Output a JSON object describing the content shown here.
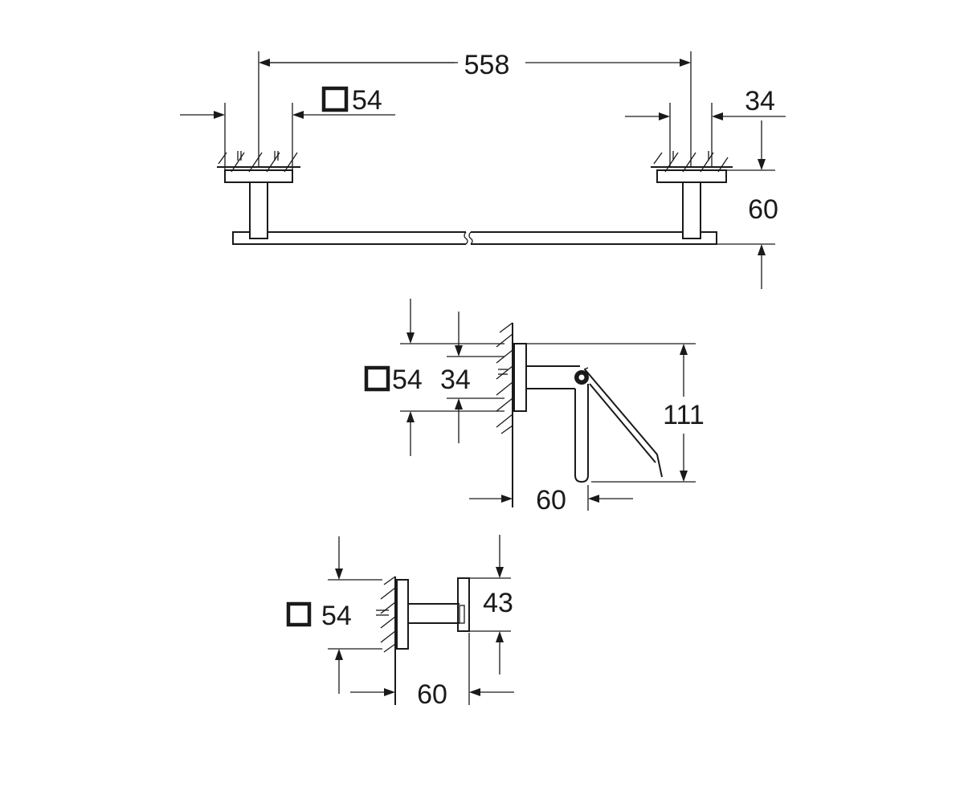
{
  "drawing": {
    "towel_bar": {
      "overall_width": "558",
      "rosette_square": "54",
      "rosette_depth": "34",
      "projection": "60"
    },
    "paper_holder": {
      "rosette_square": "54",
      "rosette_depth": "34",
      "height": "111",
      "projection": "60"
    },
    "hook": {
      "rosette_square": "54",
      "hook_height": "43",
      "projection": "60"
    }
  }
}
